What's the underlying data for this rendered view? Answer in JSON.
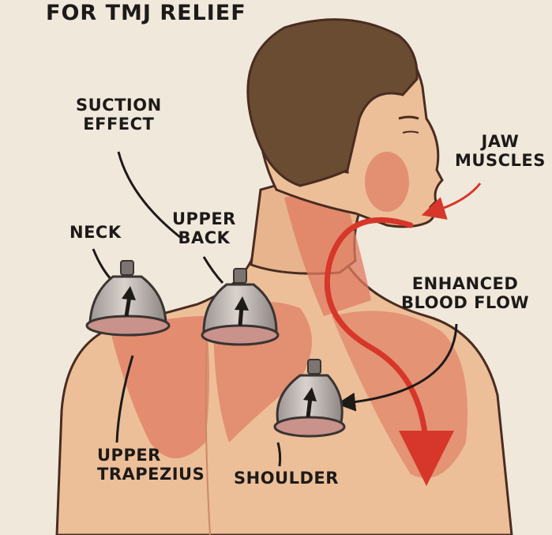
{
  "title": "FOR TMJ RELIEF",
  "labels": {
    "suction_effect": [
      "SUCTION",
      "EFFECT"
    ],
    "neck": "NECK",
    "upper_back": [
      "UPPER",
      "BACK"
    ],
    "jaw_muscles": [
      "JAW",
      "MUSCLES"
    ],
    "enhanced_blood_flow": [
      "ENHANCED",
      "BLOOD FLOW"
    ],
    "upper_trapezius": [
      "UPPER",
      "TRAPEZIUS"
    ],
    "shoulder": "SHOULDER"
  },
  "colors": {
    "background": "#f1e8dc",
    "skin": "#ecbf98",
    "skin_shadow": "#d99c76",
    "muscle": "#e07b62",
    "hair": "#6a4c33",
    "outline": "#4a2c20",
    "arrow_red": "#d6372a",
    "cup_glass": "#b9b2ae"
  },
  "icons": [
    "suction-cup-icon",
    "up-arrow-icon",
    "curved-arrow-icon"
  ]
}
